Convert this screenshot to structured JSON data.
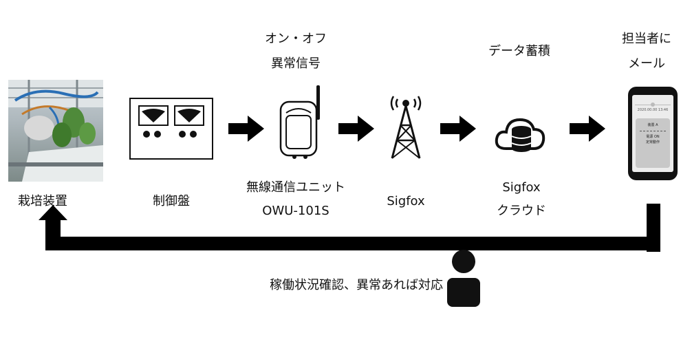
{
  "labels": {
    "plant": "栽培装置",
    "panel": "制御盤",
    "unit_line1": "無線通信ユニット",
    "unit_line2": "OWU-101S",
    "sigfox": "Sigfox",
    "cloud_line1": "Sigfox",
    "cloud_line2": "クラウド",
    "signal_line1": "オン・オフ",
    "signal_line2": "異常信号",
    "storage": "データ蓄積",
    "mail_line1": "担当者に",
    "mail_line2": "メール",
    "feedback": "稼働状況確認、異常あれば対応"
  },
  "phone_screen": {
    "header": "2020.00.00  13:46",
    "title": "装置 A",
    "line1": "電源 ON",
    "line2": "定常動作"
  },
  "colors": {
    "arrow": "#000000",
    "device": "#111111"
  },
  "icons": [
    "plant-photo",
    "control-panel-icon",
    "wireless-unit-icon",
    "antenna-tower-icon",
    "cloud-database-icon",
    "smartphone-icon",
    "person-icon"
  ]
}
